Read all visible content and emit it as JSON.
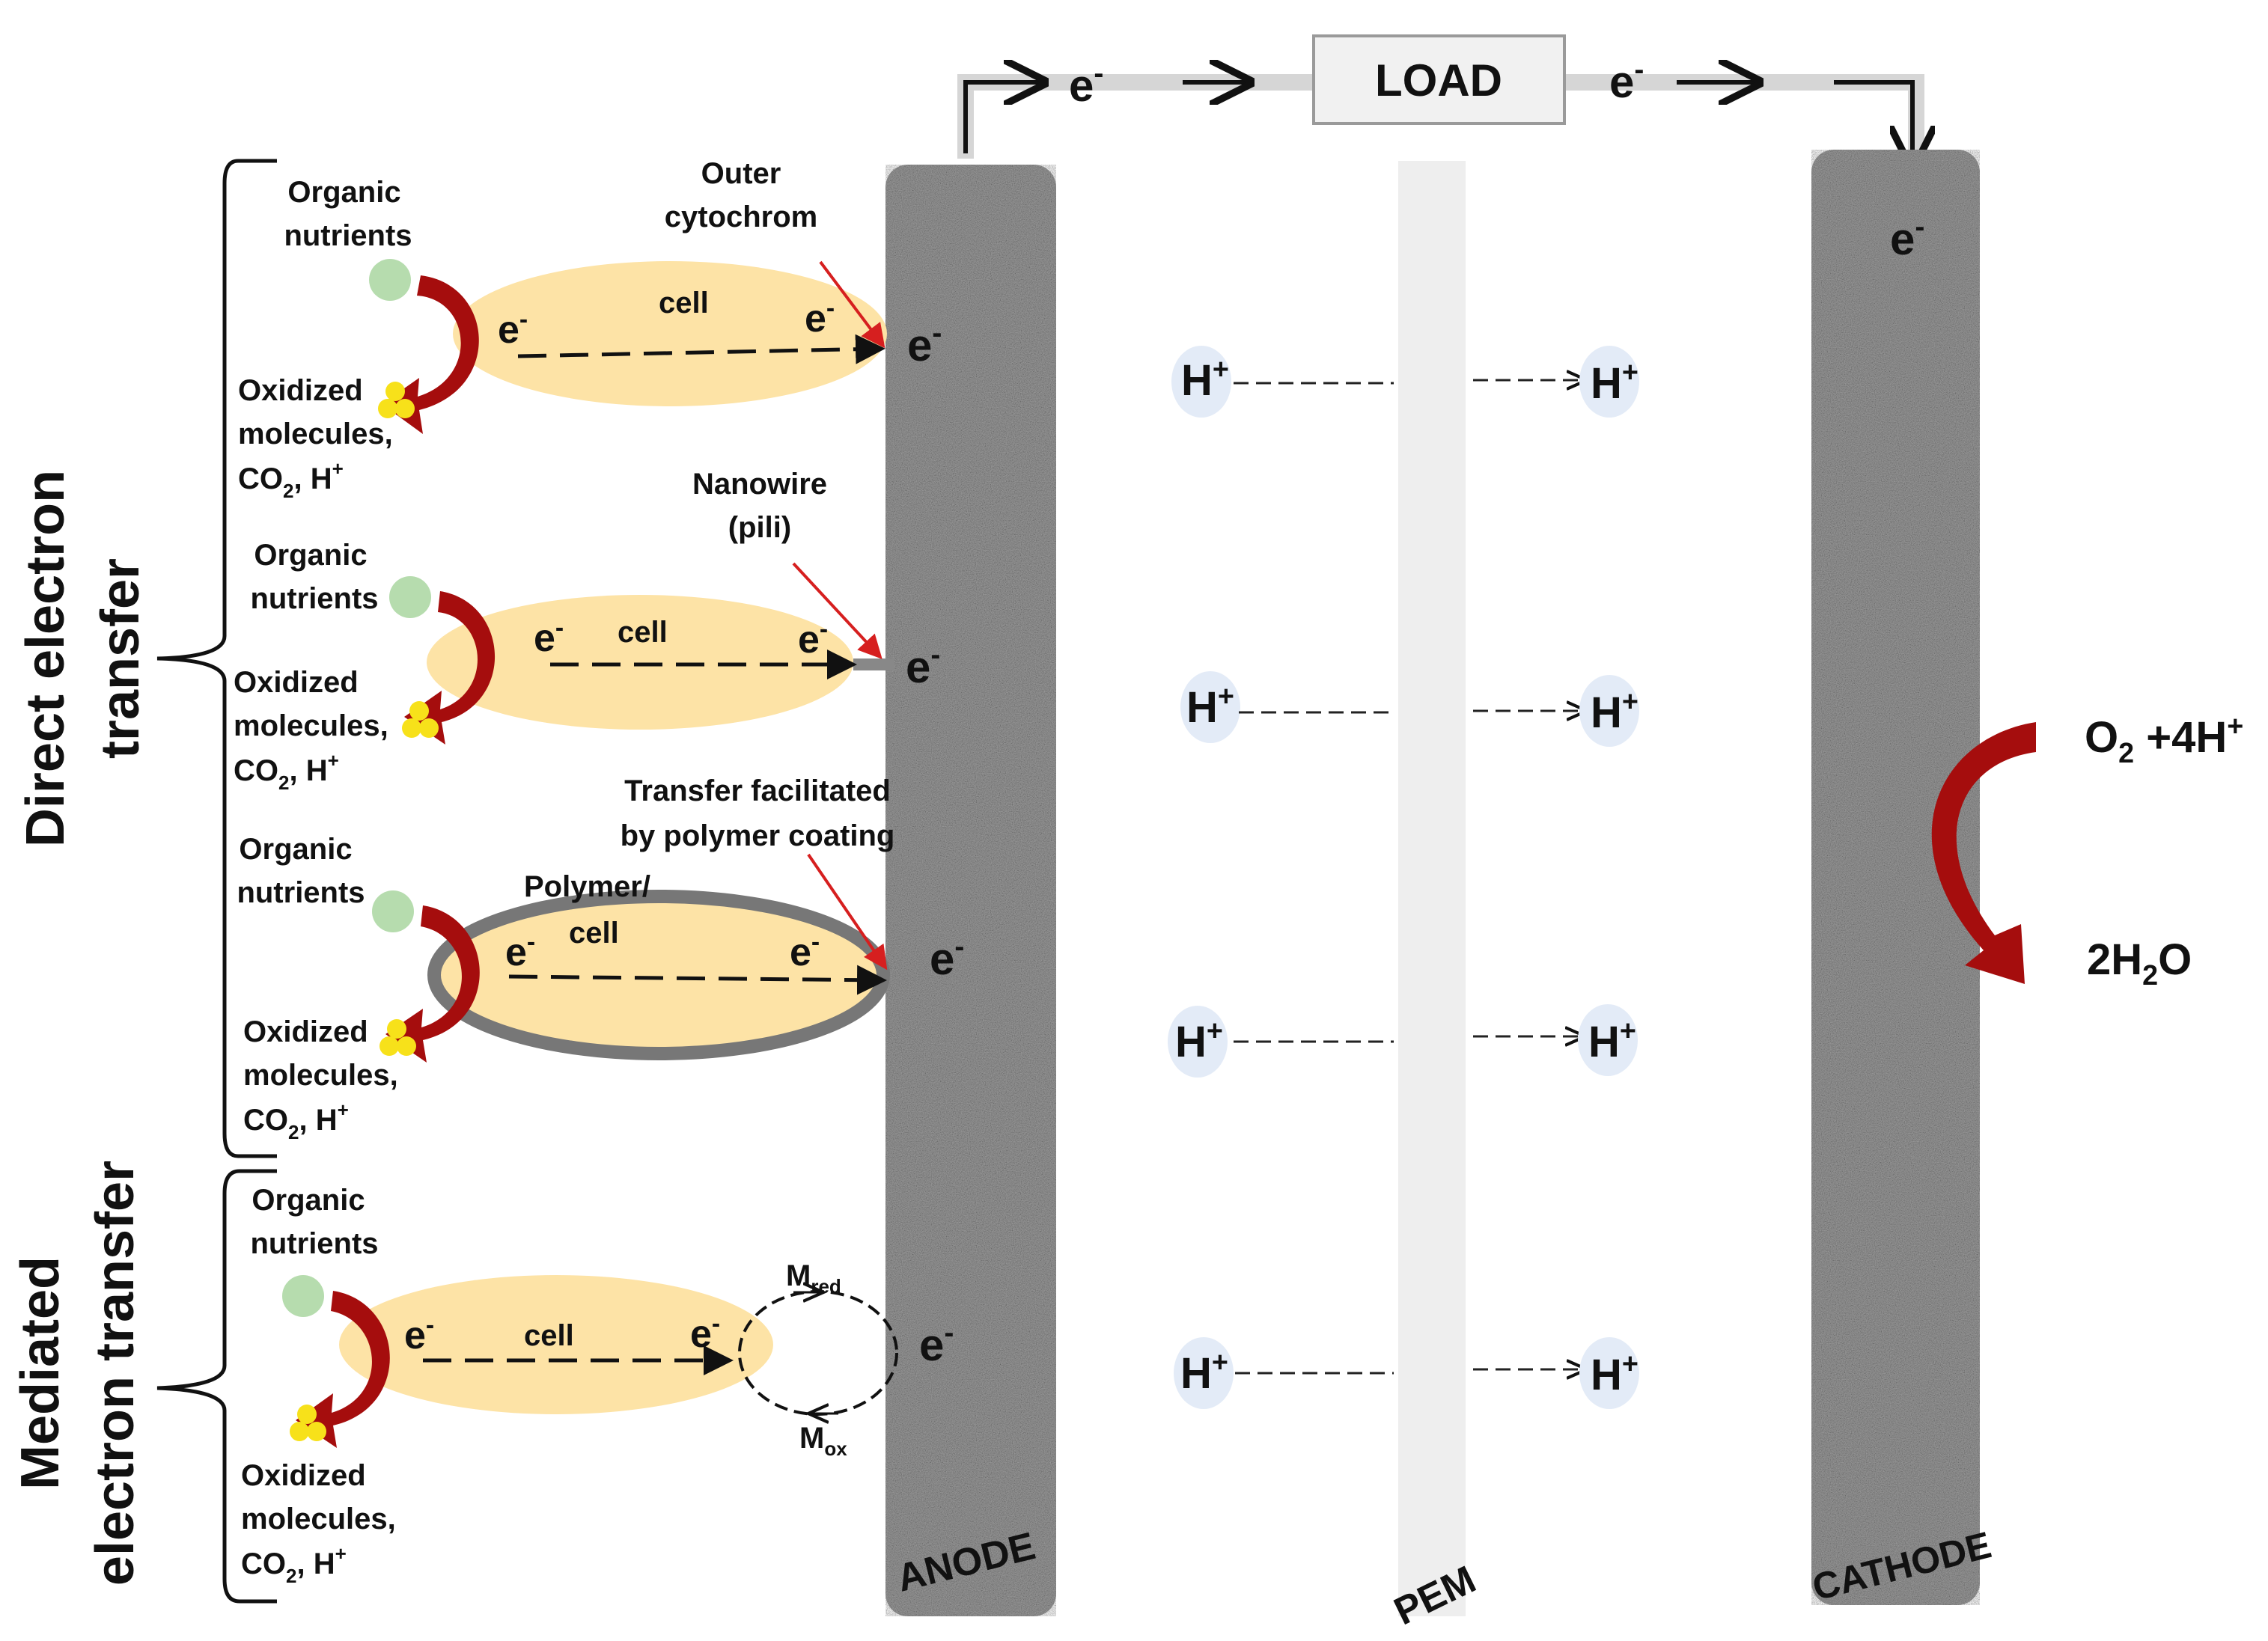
{
  "colors": {
    "cell_fill": "#fde3a6",
    "nutrient_green": "#b6dcae",
    "molecule_yellow": "#f7e11a",
    "arrow_darkred": "#a50d0d",
    "pointer_red": "#d61f1f",
    "electrode_gray": "#9b9b9b",
    "pem_gray": "#eeeeee",
    "proton_blue": "#e3ebf7",
    "polymer_gray": "#777777"
  },
  "circuit": {
    "load_label": "LOAD",
    "electron_left": "e",
    "electron_right": "e",
    "electron_sup": "-"
  },
  "electrodes": {
    "anode_label": "ANODE",
    "pem_label": "PEM",
    "cathode_label": "CATHODE",
    "cathode_electron": "e",
    "electron_sup": "-"
  },
  "side_labels": {
    "direct_line1": "Direct electron",
    "direct_line2": "transfer",
    "mediated_line1": "Mediated",
    "mediated_line2": "electron  transfer"
  },
  "cells": [
    {
      "nutrients_line1": "Organic",
      "nutrients_line2": "nutrients",
      "cell_label": "cell",
      "electron": "e",
      "electron_sup": "-",
      "oxidized_line1": "Oxidized",
      "oxidized_line2": "molecules,",
      "oxidized_co2": "CO",
      "oxidized_co2_sub": "2",
      "oxidized_h": ", H",
      "oxidized_h_sup": "+",
      "pointer_line1": "Outer",
      "pointer_line2": "cytochrom"
    },
    {
      "nutrients_line1": "Organic",
      "nutrients_line2": "nutrients",
      "cell_label": "cell",
      "electron": "e",
      "electron_sup": "-",
      "oxidized_line1": "Oxidized",
      "oxidized_line2": "molecules,",
      "oxidized_co2": "CO",
      "oxidized_co2_sub": "2",
      "oxidized_h": ", H",
      "oxidized_h_sup": "+",
      "pointer_line1": "Nanowire",
      "pointer_line2": "(pili)"
    },
    {
      "nutrients_line1": "Organic",
      "nutrients_line2": "nutrients",
      "cell_label": "cell",
      "polymer_label": "Polymer/",
      "electron": "e",
      "electron_sup": "-",
      "oxidized_line1": "Oxidized",
      "oxidized_line2": "molecules,",
      "oxidized_co2": "CO",
      "oxidized_co2_sub": "2",
      "oxidized_h": ", H",
      "oxidized_h_sup": "+",
      "pointer_line1": "Transfer facilitated",
      "pointer_line2": "by polymer coating"
    },
    {
      "nutrients_line1": "Organic",
      "nutrients_line2": "nutrients",
      "cell_label": "cell",
      "electron": "e",
      "electron_sup": "-",
      "oxidized_line1": "Oxidized",
      "oxidized_line2": "molecules,",
      "oxidized_co2": "CO",
      "oxidized_co2_sub": "2",
      "oxidized_h": ", H",
      "oxidized_h_sup": "+",
      "mediator_red": "M",
      "mediator_red_sub": "red",
      "mediator_ox": "M",
      "mediator_ox_sub": "ox"
    }
  ],
  "protons": {
    "h": "H",
    "sup": "+"
  },
  "cathode_reaction": {
    "reactant_o": "O",
    "reactant_sub": "2",
    "reactant_rest": " +4H",
    "reactant_sup": "+",
    "product_pre": "2H",
    "product_sub": "2",
    "product_post": "O"
  }
}
